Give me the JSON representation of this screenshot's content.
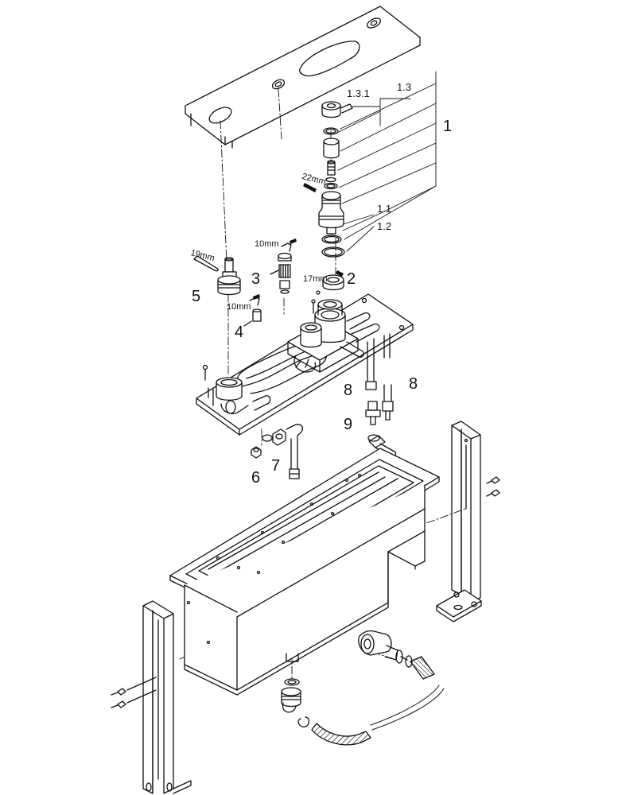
{
  "callouts": {
    "p1": "1",
    "p1_1": "1.1",
    "p1_2": "1.2",
    "p1_3": "1.3",
    "p1_3_1": "1.3.1",
    "p2": "2",
    "p3": "3",
    "p4": "4",
    "p5": "5",
    "p6": "6",
    "p7": "7",
    "p8a": "8",
    "p8b": "8",
    "p9": "9"
  },
  "tool_sizes": {
    "t19": "19mm",
    "t10a": "10mm",
    "t10b": "10mm",
    "t17": "17mm",
    "t22": "22mm"
  }
}
